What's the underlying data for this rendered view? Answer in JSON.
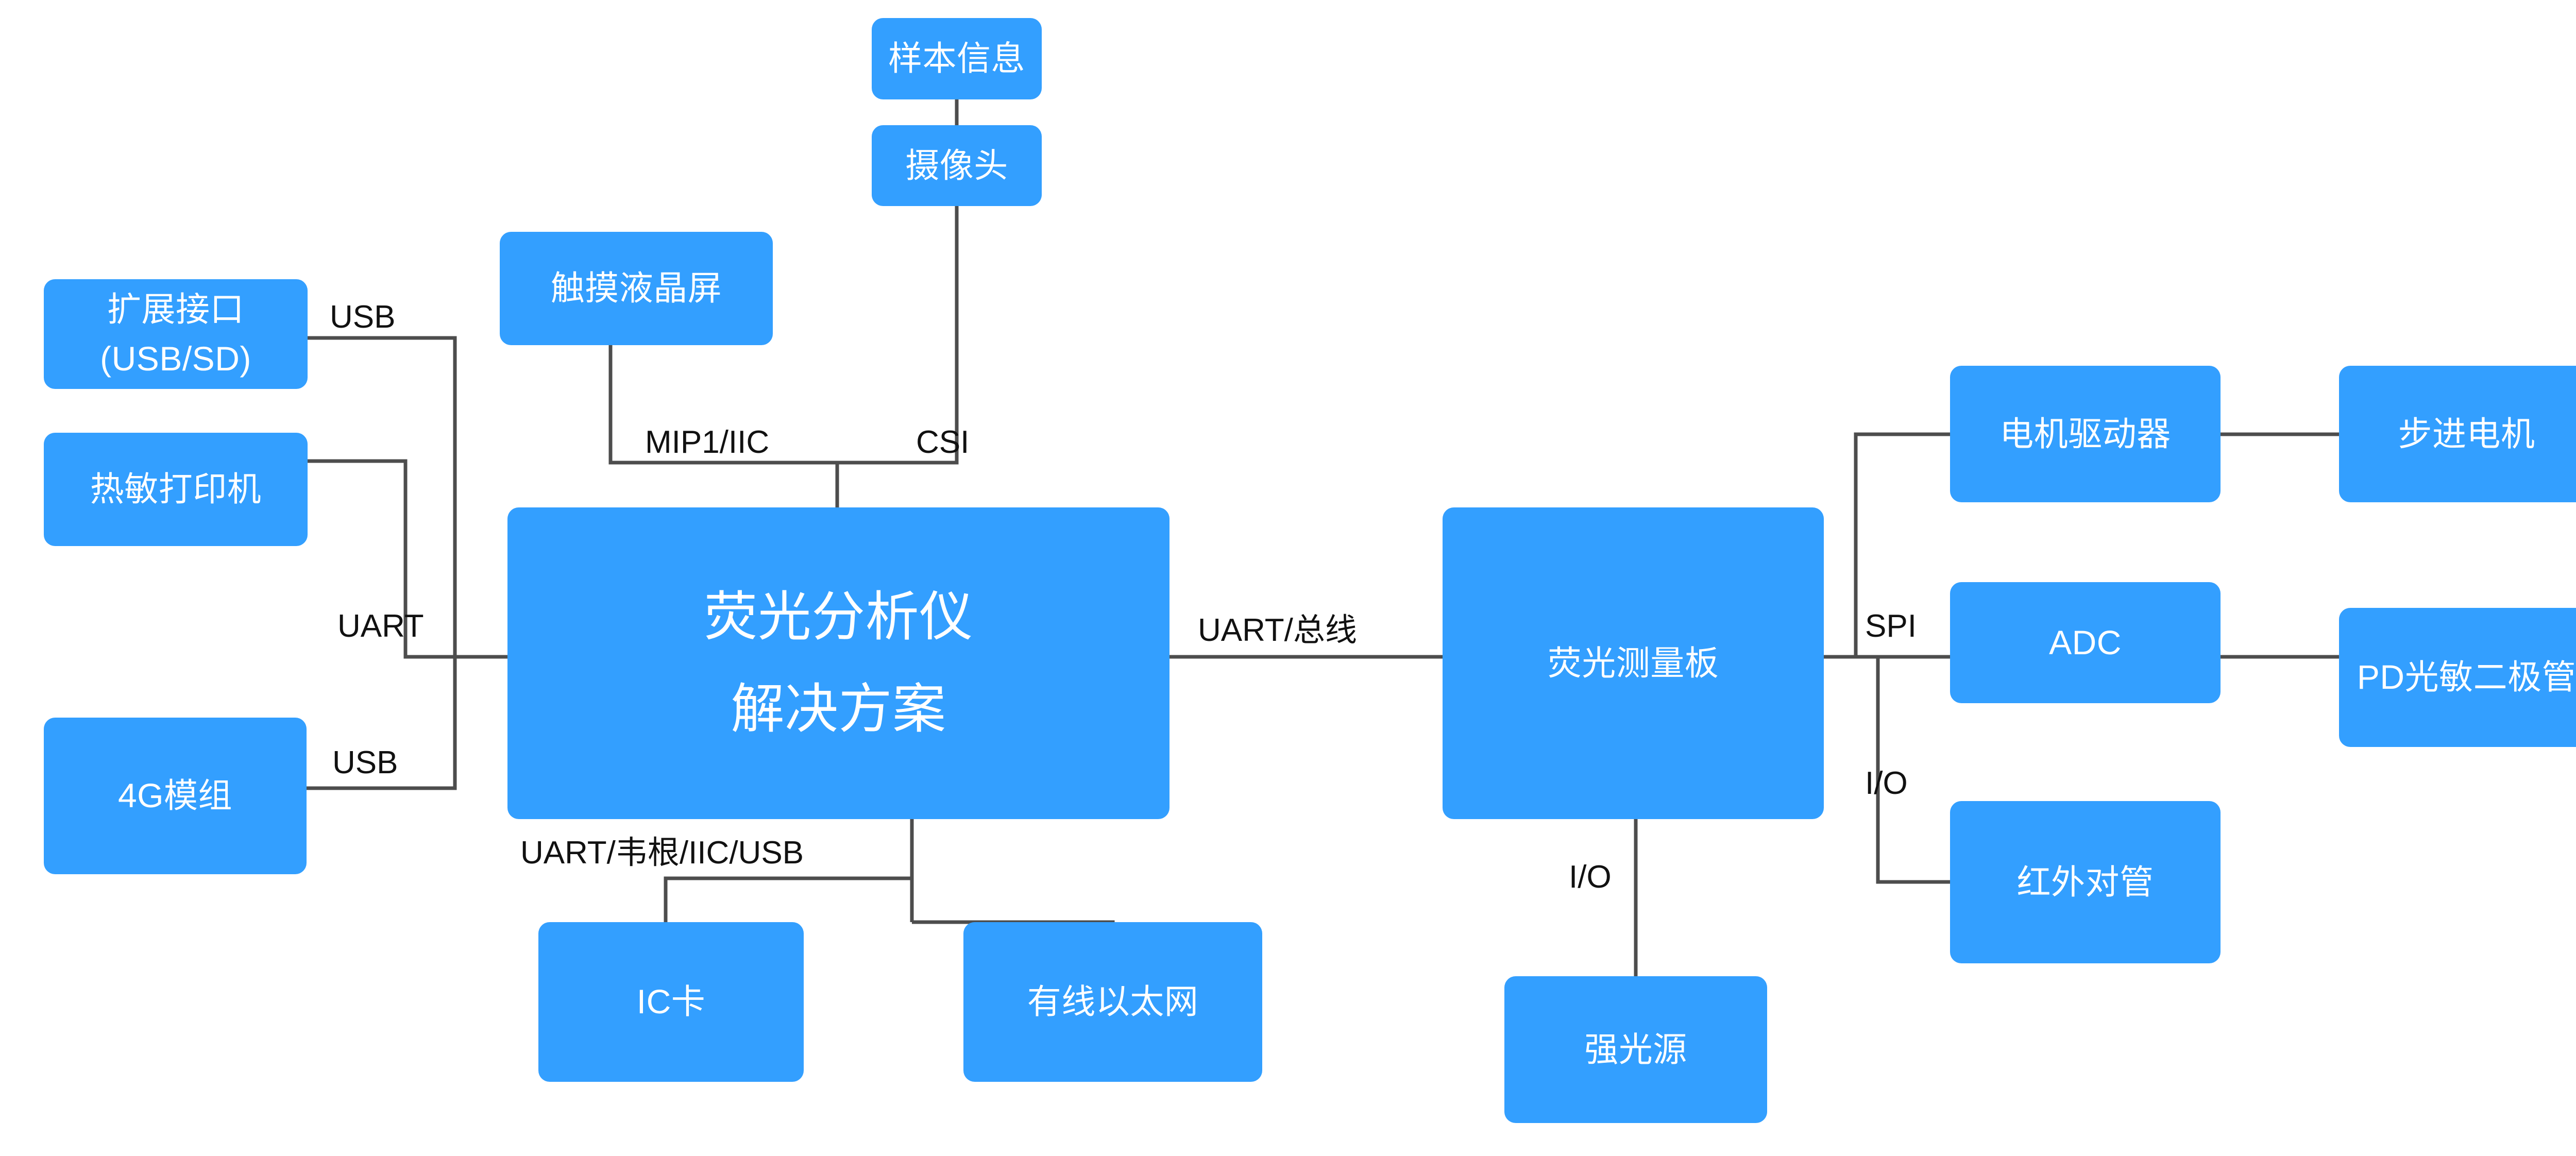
{
  "diagram": {
    "title": "荧光分析仪解决方案",
    "type": "block-diagram",
    "accent_color": "#339FFF",
    "wire_color": "#4D4D4D",
    "label_color": "#111111",
    "node_text_color": "#FFFFFF",
    "background": "#FFFFFF"
  },
  "nodes": {
    "expansion_interface": {
      "line1": "扩展接口",
      "line2": "(USB/SD)"
    },
    "thermal_printer": {
      "line1": "热敏打印机"
    },
    "module_4g": {
      "line1": "4G模组"
    },
    "touch_lcd": {
      "line1": "触摸液晶屏"
    },
    "sample_info": {
      "line1": "样本信息"
    },
    "camera": {
      "line1": "摄像头"
    },
    "main_hub": {
      "line1": "荧光分析仪",
      "line2": "解决方案"
    },
    "ic_card": {
      "line1": "IC卡"
    },
    "wired_ethernet": {
      "line1": "有线以太网"
    },
    "measure_board": {
      "line1": "荧光测量板"
    },
    "strong_light_source": {
      "line1": "强光源"
    },
    "motor_driver": {
      "line1": "电机驱动器"
    },
    "stepper_motor": {
      "line1": "步进电机"
    },
    "adc": {
      "line1": "ADC"
    },
    "pd_photodiode": {
      "line1": "PD光敏二极管"
    },
    "ir_pair_tube": {
      "line1": "红外对管"
    }
  },
  "edge_labels": {
    "expansion_usb": "USB",
    "printer_uart": "UART",
    "module_usb": "USB",
    "lcd_mipi_iic": "MIP1/IIC",
    "camera_csi": "CSI",
    "hub_bottom_bus": "UART/韦根/IIC/USB",
    "hub_to_board": "UART/总线",
    "board_spi": "SPI",
    "board_io_right": "I/O",
    "board_io_bottom": "I/O"
  },
  "connections": [
    {
      "from": "expansion_interface",
      "to": "main_hub",
      "label": "USB"
    },
    {
      "from": "thermal_printer",
      "to": "main_hub",
      "label": "UART"
    },
    {
      "from": "module_4g",
      "to": "main_hub",
      "label": "USB"
    },
    {
      "from": "touch_lcd",
      "to": "main_hub",
      "label": "MIP1/IIC"
    },
    {
      "from": "sample_info",
      "to": "camera",
      "label": ""
    },
    {
      "from": "camera",
      "to": "main_hub",
      "label": "CSI"
    },
    {
      "from": "main_hub",
      "to": "ic_card",
      "label": "UART/韦根/IIC/USB"
    },
    {
      "from": "main_hub",
      "to": "wired_ethernet",
      "label": "UART/韦根/IIC/USB"
    },
    {
      "from": "main_hub",
      "to": "measure_board",
      "label": "UART/总线"
    },
    {
      "from": "measure_board",
      "to": "strong_light_source",
      "label": "I/O"
    },
    {
      "from": "measure_board",
      "to": "motor_driver",
      "label": "SPI"
    },
    {
      "from": "measure_board",
      "to": "adc",
      "label": "SPI"
    },
    {
      "from": "measure_board",
      "to": "ir_pair_tube",
      "label": "I/O"
    },
    {
      "from": "motor_driver",
      "to": "stepper_motor",
      "label": ""
    },
    {
      "from": "adc",
      "to": "pd_photodiode",
      "label": ""
    }
  ]
}
